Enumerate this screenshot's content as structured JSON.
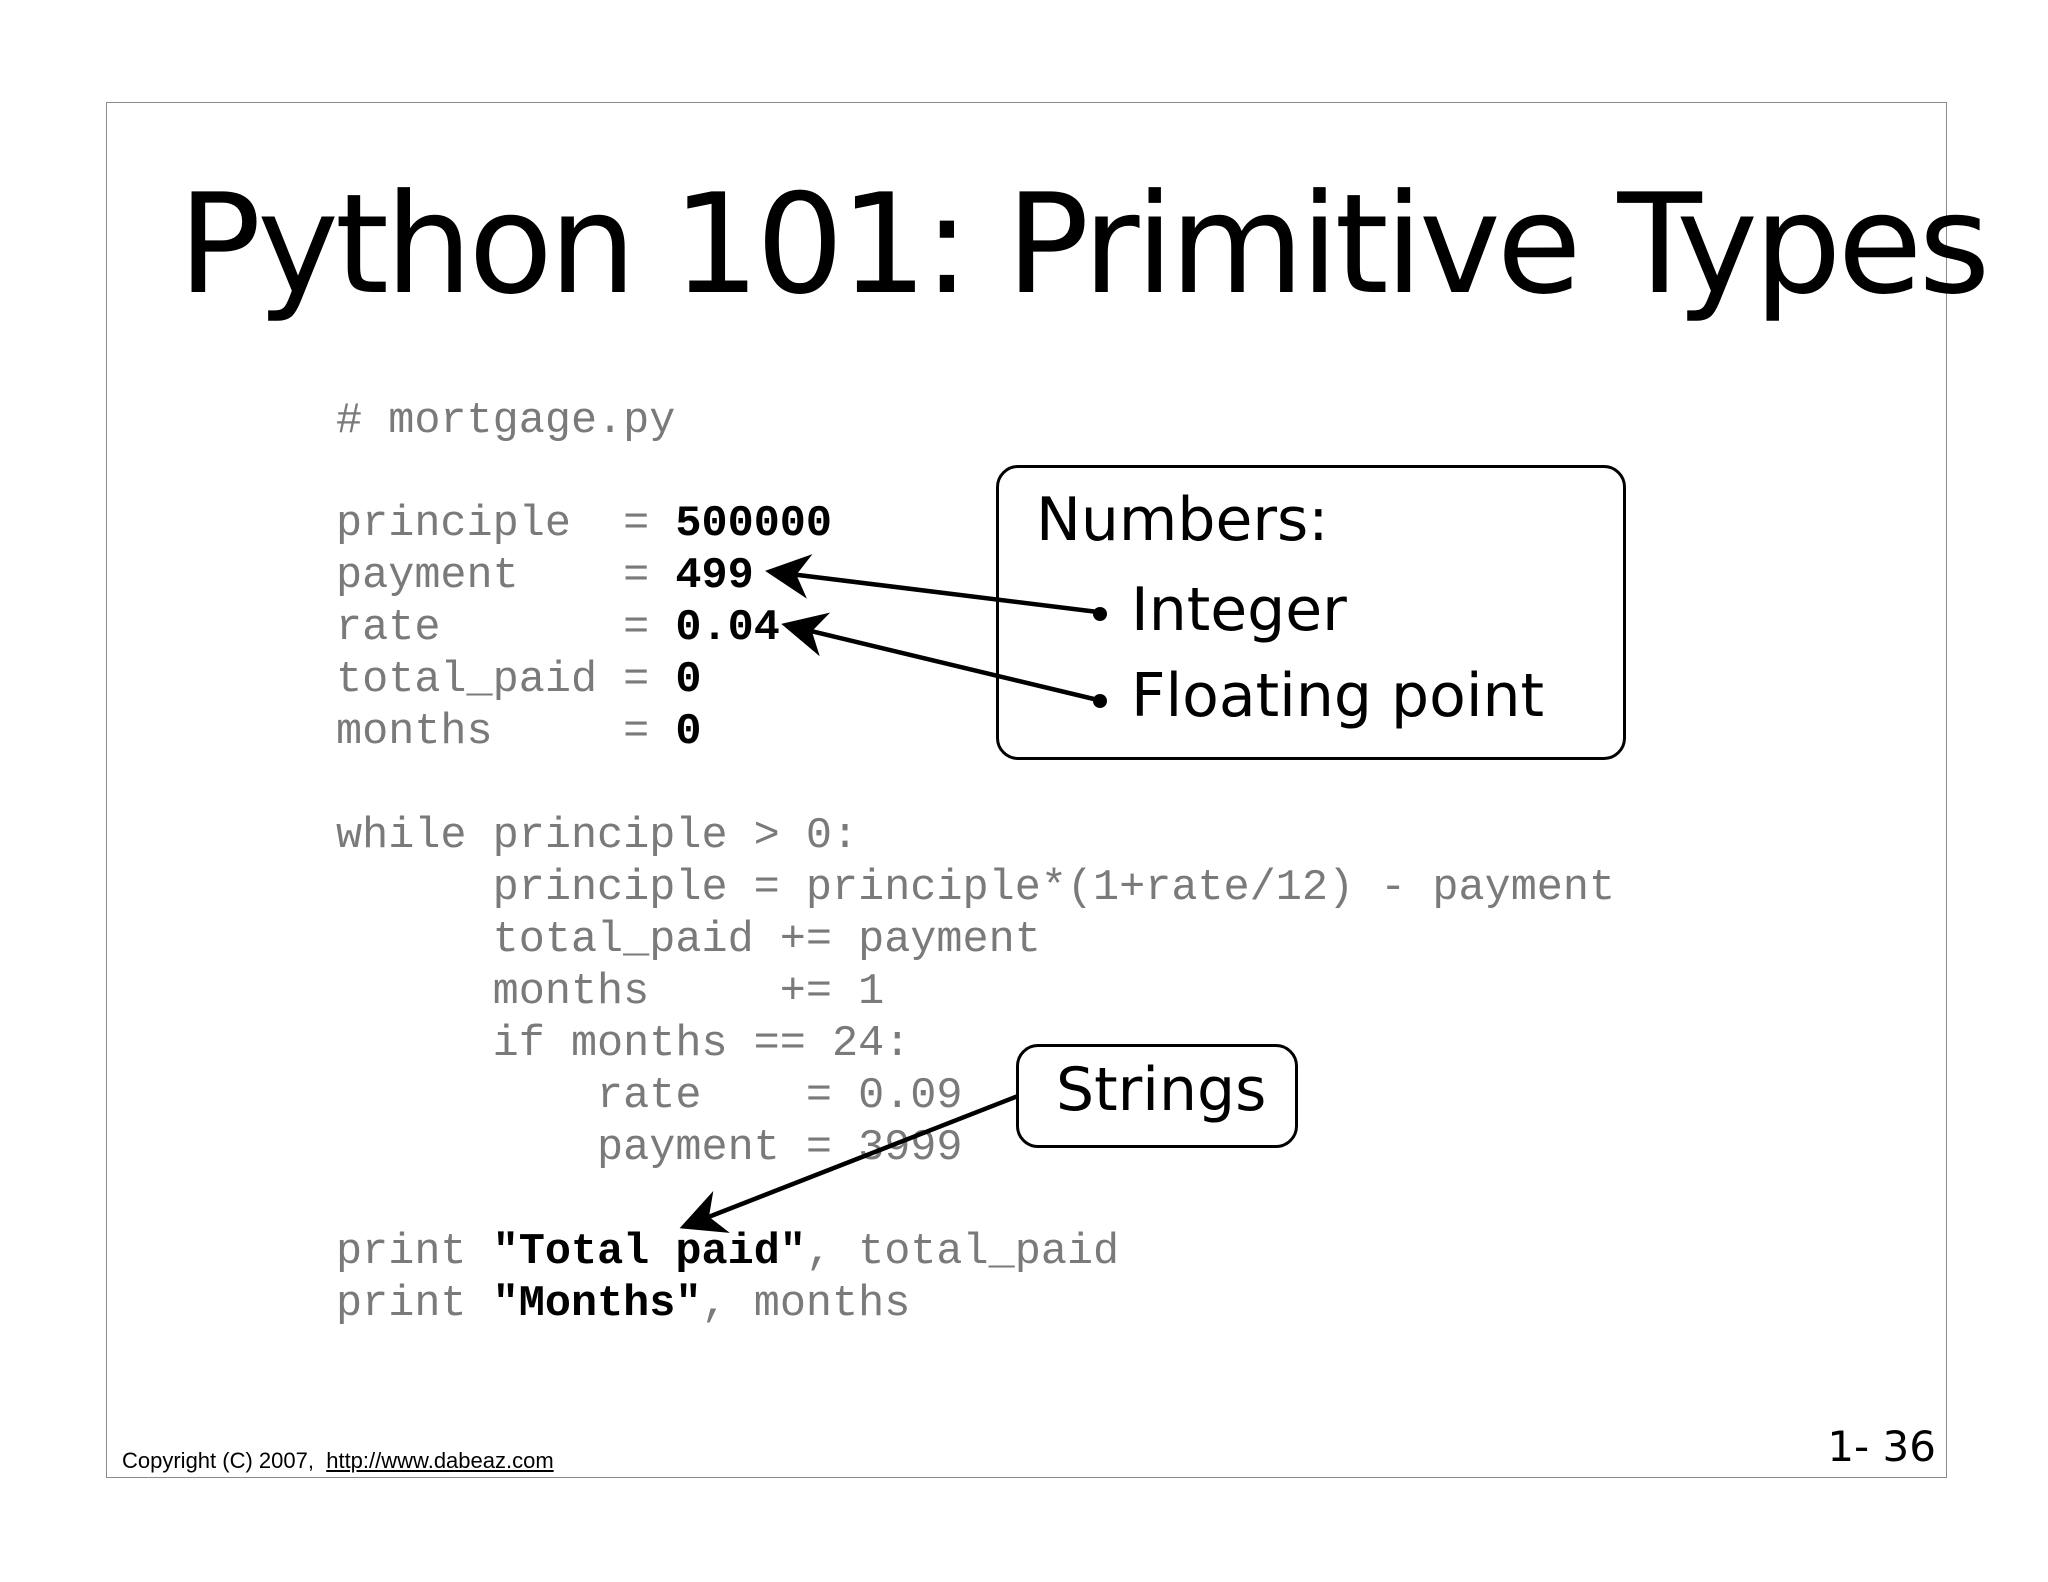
{
  "title": "Python 101:  Primitive Types",
  "code": {
    "comment": "# mortgage.py",
    "assignments": [
      {
        "name": "principle ",
        "op": " = ",
        "value": "500000"
      },
      {
        "name": "payment   ",
        "op": " = ",
        "value": "499"
      },
      {
        "name": "rate      ",
        "op": " = ",
        "value": "0.04"
      },
      {
        "name": "total_paid",
        "op": " = ",
        "value": "0"
      },
      {
        "name": "months    ",
        "op": " = ",
        "value": "0"
      }
    ],
    "loop": [
      "while principle > 0:",
      "      principle = principle*(1+rate/12) - payment",
      "      total_paid += payment",
      "      months     += 1",
      "      if months == 24:",
      "          rate    = 0.09",
      "          payment = 3999"
    ],
    "prints": [
      {
        "kw": "print ",
        "q1": "\"",
        "str": "Total paid",
        "q2": "\"",
        "rest": ", total_paid"
      },
      {
        "kw": "print ",
        "q1": "\"",
        "str": "Months",
        "q2": "\"",
        "rest": ", months"
      }
    ]
  },
  "callouts": {
    "numbers": {
      "heading": "Numbers:",
      "items": [
        "Integer",
        "Floating point"
      ]
    },
    "strings": {
      "label": "Strings"
    }
  },
  "footer": {
    "copyright": "Copyright (C) 2007,",
    "link": "http://www.dabeaz.com"
  },
  "page_number": "1- 36"
}
